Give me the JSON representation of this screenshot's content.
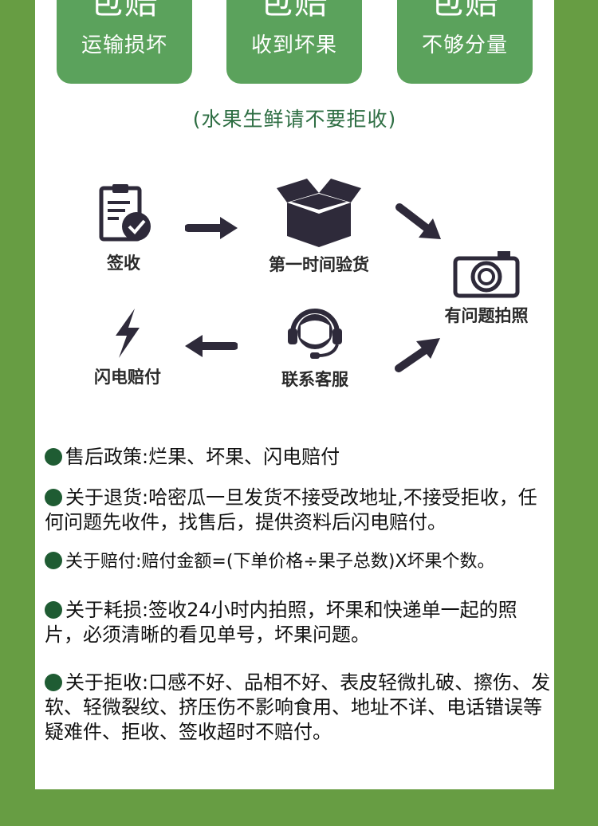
{
  "badges": [
    {
      "big": "包赔",
      "small": "运输损坏"
    },
    {
      "big": "包赔",
      "small": "收到坏果"
    },
    {
      "big": "包赔",
      "small": "不够分量"
    }
  ],
  "note": "(水果生鲜请不要拒收)",
  "flow": {
    "sign": "签收",
    "inspect": "第一时间验货",
    "photo": "有问题拍照",
    "service": "联系客服",
    "compensate": "闪电赔付"
  },
  "rules": [
    {
      "text": "售后政策:烂果、坏果、闪电赔付"
    },
    {
      "text": "关于退货:哈密瓜一旦发货不接受改地址,不接受拒收，任何问题先收件，找售后，提供资料后闪电赔付。"
    },
    {
      "text": "关于赔付:赔付金额=(下单价格÷果子总数)X坏果个数。"
    },
    {
      "text": "关于耗损:签收24小时内拍照，坏果和快递单一起的照片，必须清晰的看见单号，坏果问题。"
    },
    {
      "text": "关于拒收:口感不好、品相不好、表皮轻微扎破、擦伤、发软、轻微裂纹、挤压伤不影响食用、地址不详、电话错误等疑难件、拒收、签收超时不赔付。"
    }
  ],
  "colors": {
    "background": "#679d43",
    "badge": "#5ba25c",
    "note_text": "#2e6e43",
    "bullet": "#1f5c33",
    "icon": "#2e2a3a"
  }
}
